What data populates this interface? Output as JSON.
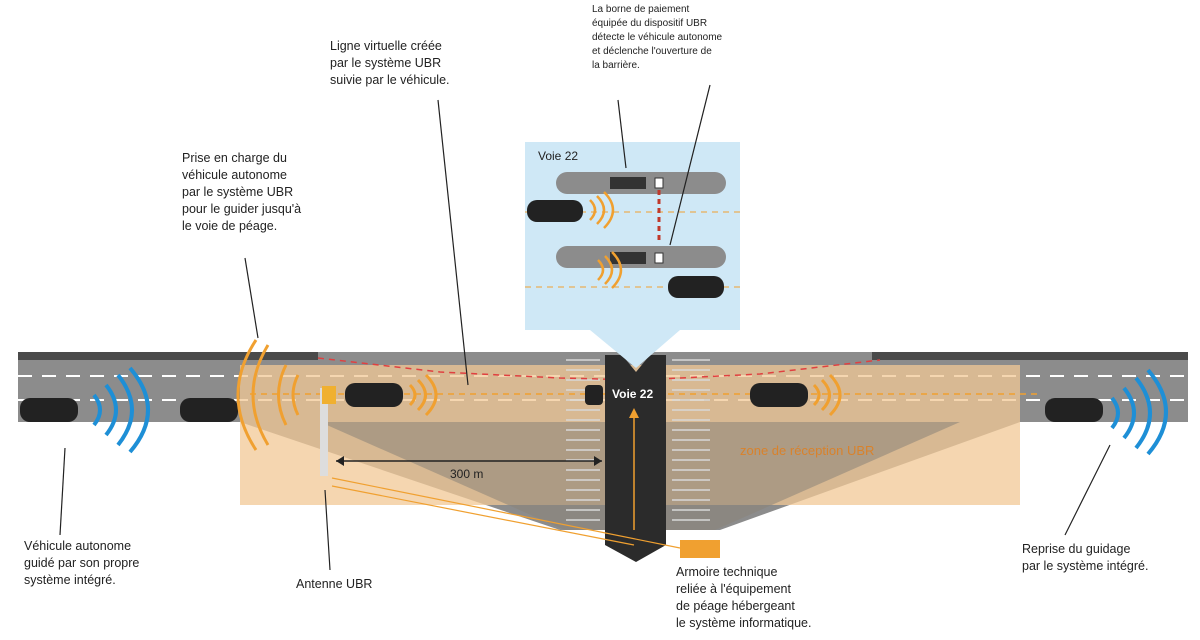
{
  "labels": {
    "virtual_line": [
      "Ligne virtuelle créée",
      "par le système UBR",
      "suivie par le véhicule."
    ],
    "barrier": [
      "La borne de paiement",
      "équipée du dispositif UBR",
      "détecte le véhicule autonome",
      "et déclenche l'ouverture de",
      "la barrière."
    ],
    "takeover": [
      "Prise en charge du",
      "véhicule autonome",
      "par le système UBR",
      "pour le guider jusqu'à",
      "le voie de péage."
    ],
    "own_system": [
      "Véhicule autonome",
      "guidé par son propre",
      "système intégré."
    ],
    "antenna": "Antenne UBR",
    "cabinet": [
      "Armoire technique",
      "reliée à l'équipement",
      "de péage hébergeant",
      "le système informatique."
    ],
    "resume": [
      "Reprise du guidage",
      "par le système intégré."
    ],
    "distance": "300 m",
    "zone": "zone de réception UBR",
    "lane": "Voie 22",
    "inset_lane": "Voie 22"
  },
  "colors": {
    "road": "#8c8c8c",
    "zone": "#f2c896",
    "inset": "#cfe8f6",
    "wave_blue": "#1e8fd6",
    "wave_orange": "#f0a030",
    "booth": "#2b2b2b"
  }
}
